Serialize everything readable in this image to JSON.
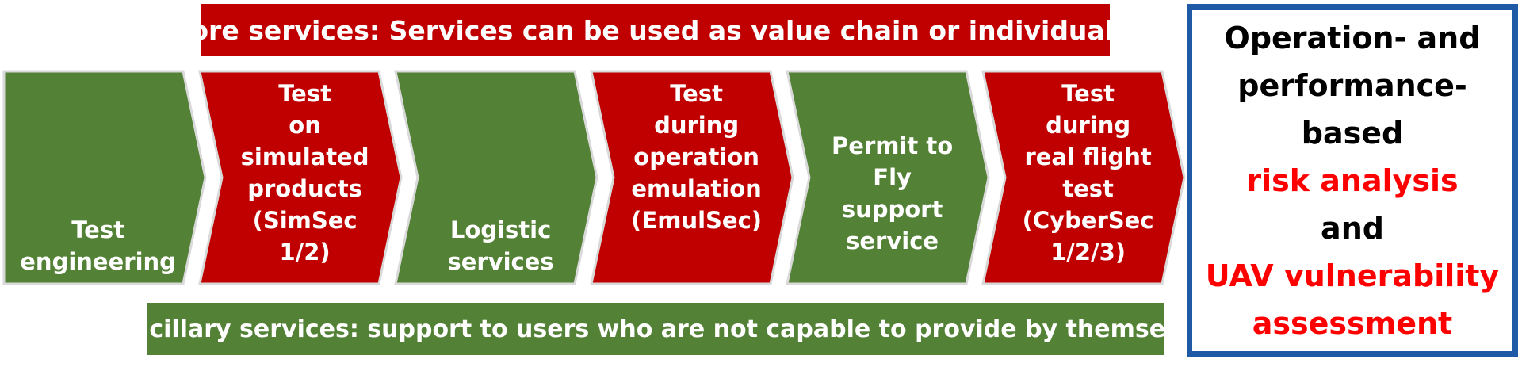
{
  "colors": {
    "green": "#538135",
    "red": "#c00000",
    "box_border": "#1f5aa6",
    "highlight_red": "#ff0000",
    "text_black": "#000000"
  },
  "core_banner": {
    "text": "Core services: Services can be used as value chain or individually"
  },
  "ancillary_banner": {
    "text": "Ancillary services: support to users who are not capable to provide by themselfs"
  },
  "chevrons": [
    {
      "color": "green",
      "lines": [
        "Test",
        "engineering"
      ]
    },
    {
      "color": "red",
      "lines": [
        "Test",
        "on",
        "simulated",
        "products",
        "(SimSec",
        "1/2)"
      ]
    },
    {
      "color": "green",
      "lines": [
        "Logistic",
        "services"
      ]
    },
    {
      "color": "red",
      "lines": [
        "Test",
        "during",
        "operation",
        "emulation",
        "(EmulSec)"
      ]
    },
    {
      "color": "green",
      "lines": [
        "Permit to",
        "Fly",
        "support",
        "service"
      ]
    },
    {
      "color": "red",
      "lines": [
        "Test",
        "during",
        "real flight",
        "test",
        "(CyberSec",
        "1/2/3)"
      ]
    }
  ],
  "risk_box": {
    "lines": [
      {
        "text": "Operation- and",
        "color": "text_black"
      },
      {
        "text": "performance-",
        "color": "text_black"
      },
      {
        "text": "based",
        "color": "text_black"
      },
      {
        "text": "risk analysis",
        "color": "highlight_red"
      },
      {
        "text": "and",
        "color": "text_black"
      },
      {
        "text": "UAV vulnerability",
        "color": "highlight_red"
      },
      {
        "text": "assessment",
        "color": "highlight_red"
      }
    ]
  }
}
